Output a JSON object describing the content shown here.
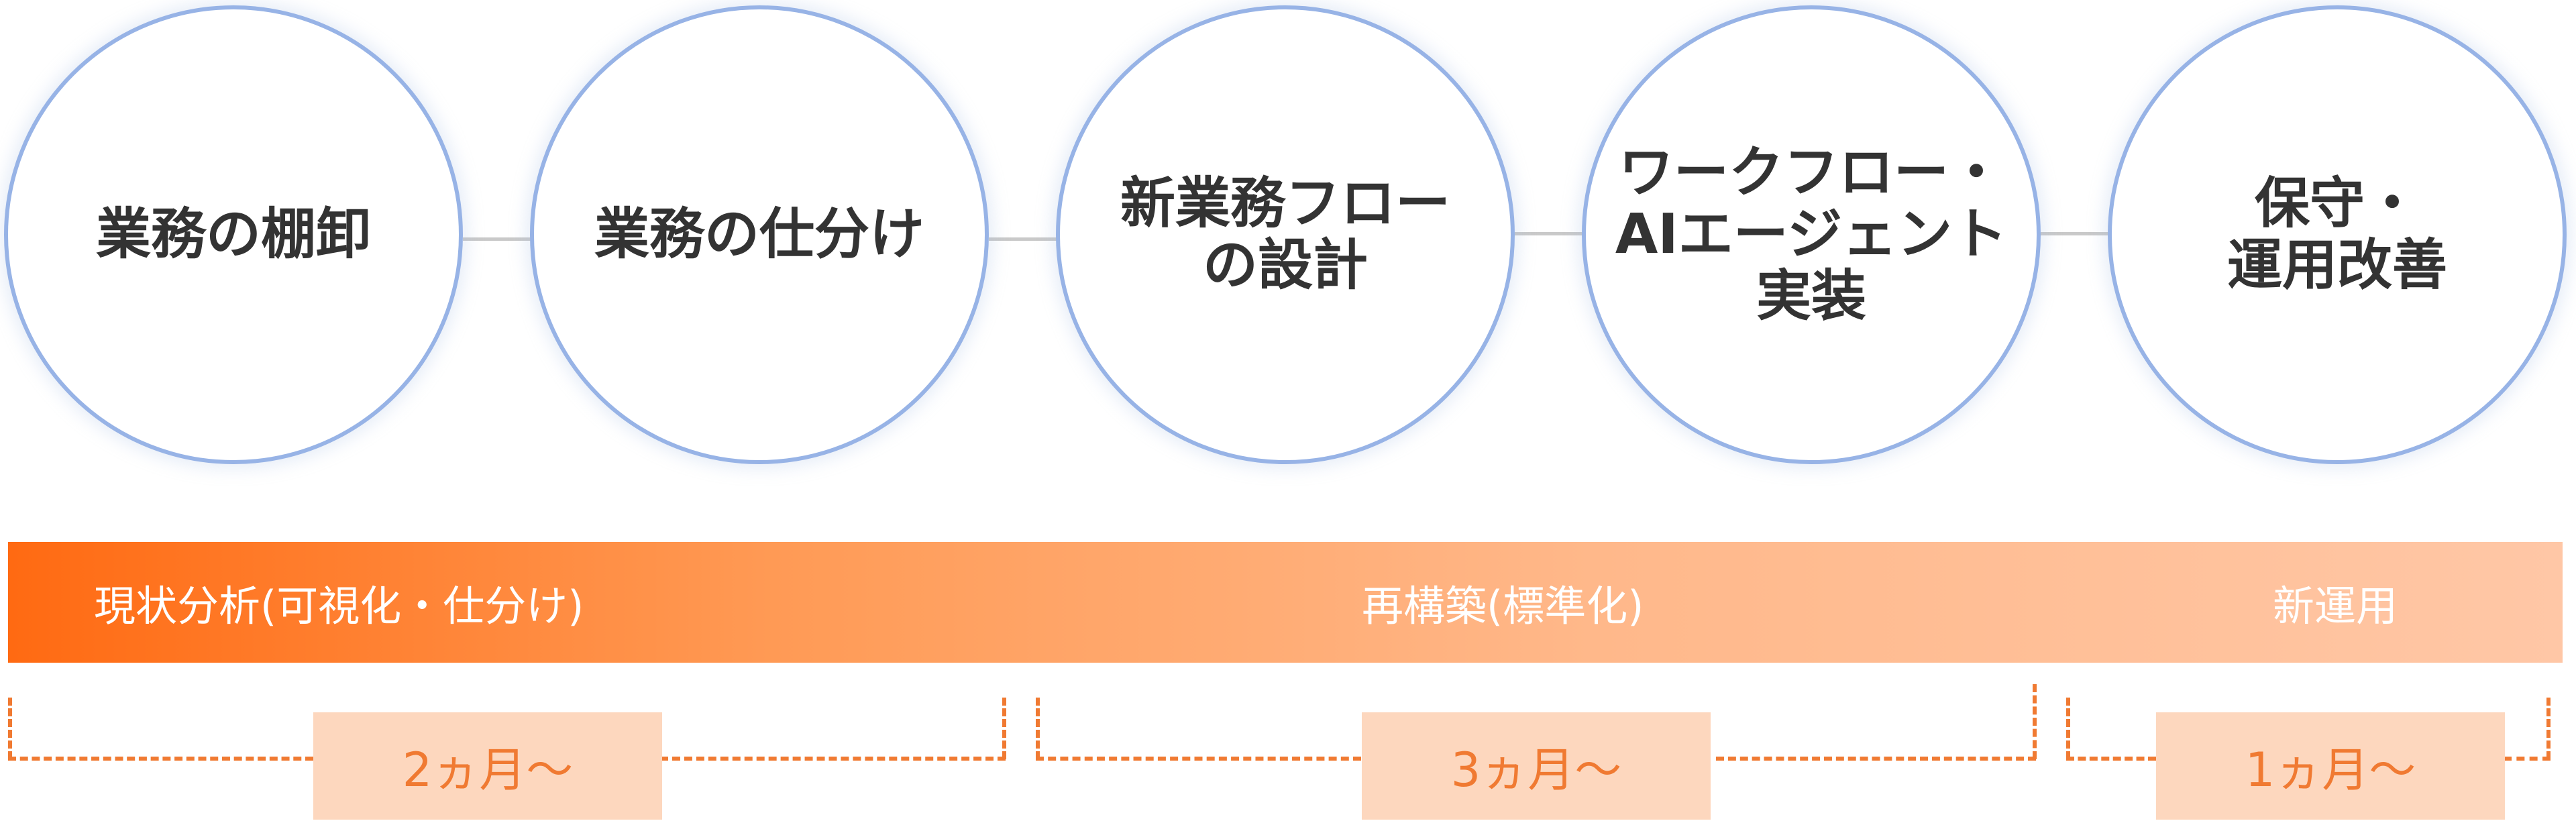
{
  "steps": [
    {
      "lines": [
        "業務の棚卸"
      ]
    },
    {
      "lines": [
        "業務の仕分け"
      ]
    },
    {
      "lines": [
        "新業務フロー",
        "の設計"
      ]
    },
    {
      "lines": [
        "ワークフロー・",
        "AIエージェント",
        "実装"
      ]
    },
    {
      "lines": [
        "保守・",
        "運用改善"
      ]
    }
  ],
  "phases": [
    {
      "label": "現状分析(可視化・仕分け)"
    },
    {
      "label": "再構築(標準化)"
    },
    {
      "label": "新運用"
    }
  ],
  "durations": [
    {
      "label": "2ヵ月〜"
    },
    {
      "label": "3ヵ月〜"
    },
    {
      "label": "1ヵ月〜"
    }
  ],
  "colors": {
    "circle_border": "#97b3e6",
    "connector": "#c9c9c9",
    "bar_start": "#ff6a12",
    "bar_end": "#ffc7a6",
    "duration_accent": "#f07a32",
    "duration_fill": "#fdd7be"
  }
}
